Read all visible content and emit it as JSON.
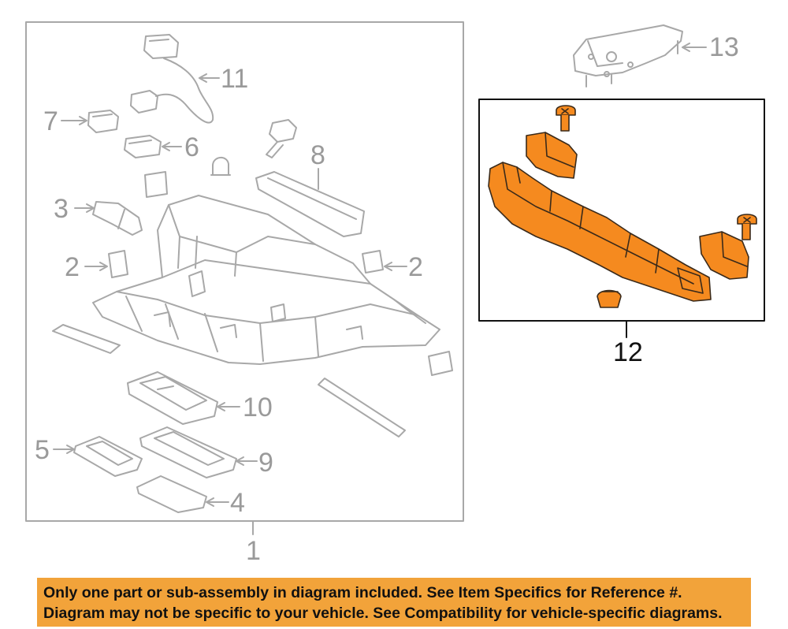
{
  "callouts": {
    "c1": "1",
    "c2a": "2",
    "c2b": "2",
    "c3": "3",
    "c4": "4",
    "c5": "5",
    "c6": "6",
    "c7": "7",
    "c8": "8",
    "c9": "9",
    "c10": "10",
    "c11": "11",
    "c12": "12",
    "c13": "13"
  },
  "colors": {
    "highlight": "#f58a1f",
    "outline": "#a8a8a8",
    "banner": "#f2a33a"
  },
  "banner": {
    "line1": "Only one part or sub-assembly in diagram included. See Item Specifics for Reference #.",
    "line2": "Diagram may not be specific to your vehicle. See Compatibility for vehicle-specific diagrams."
  }
}
